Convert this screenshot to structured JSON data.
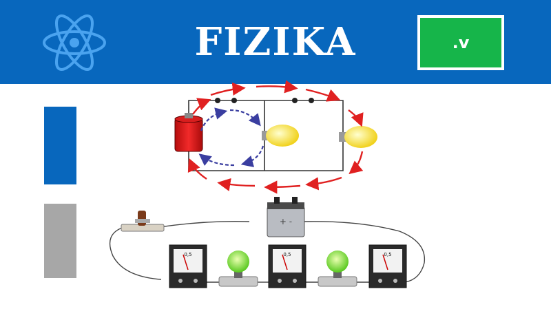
{
  "header": {
    "title": "FIZIKA",
    "badge_label": ".v",
    "logo_icon": "atom-icon",
    "background_color": "#0867bd",
    "badge_color": "#16b54a"
  },
  "sidebar": {
    "top_bar_color": "#0867bd",
    "bottom_bar_color": "#a7a7a7"
  },
  "illustrations": {
    "upper": "parallel-circuit-diagram",
    "lower": "series-circuit-with-ammeters",
    "ammeter_scale_label": "0,5"
  }
}
